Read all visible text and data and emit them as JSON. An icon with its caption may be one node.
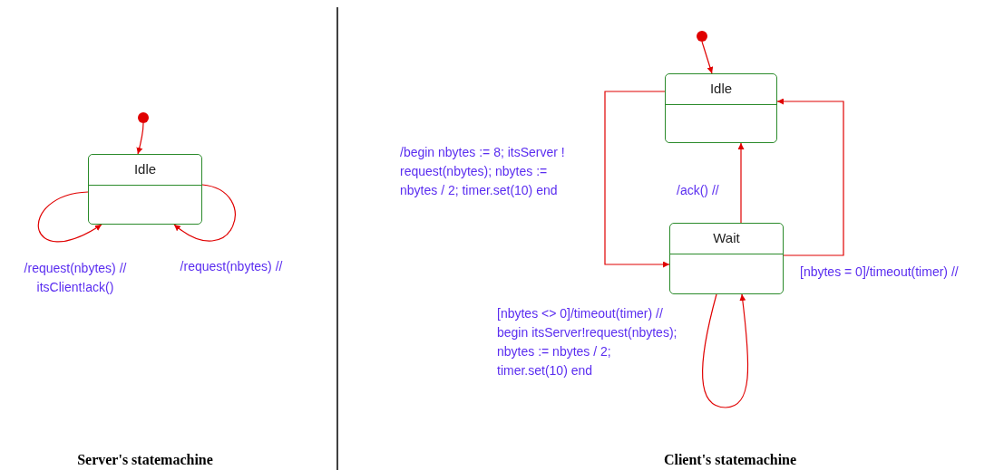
{
  "diagram": {
    "nodes": [
      {
        "text": [],
        "shape": "circle"
      },
      {
        "text": [
          "Idle"
        ]
      },
      {
        "text": [],
        "shape": "circle"
      },
      {
        "text": [
          "Idle"
        ]
      },
      {
        "text": [
          "Wait"
        ]
      }
    ],
    "edges": [
      {
        "from": 0,
        "to": 1,
        "arrow": "to"
      },
      {
        "from": 1,
        "to": 1,
        "arrow": "to",
        "label": "/request(nbytes) // itsClient!ack()"
      },
      {
        "from": 1,
        "to": 1,
        "arrow": "to",
        "label": "/request(nbytes) //"
      },
      {
        "from": 2,
        "to": 3,
        "arrow": "to"
      },
      {
        "from": 3,
        "to": 4,
        "arrow": "to",
        "label": "/begin nbytes := 8; itsServer ! request(nbytes); nbytes := nbytes / 2; timer.set(10) end"
      },
      {
        "from": 4,
        "to": 3,
        "arrow": "to",
        "label": "/ack() //"
      },
      {
        "from": 4,
        "to": 3,
        "arrow": "to",
        "label": "[nbytes = 0]/timeout(timer) //"
      },
      {
        "from": 4,
        "to": 4,
        "arrow": "to",
        "label": "[nbytes <> 0]/timeout(timer) // begin itsServer!request(nbytes); nbytes := nbytes / 2; timer.set(10) end"
      }
    ],
    "labels": [
      "Server's statemachine",
      "Client's statemachine"
    ]
  }
}
